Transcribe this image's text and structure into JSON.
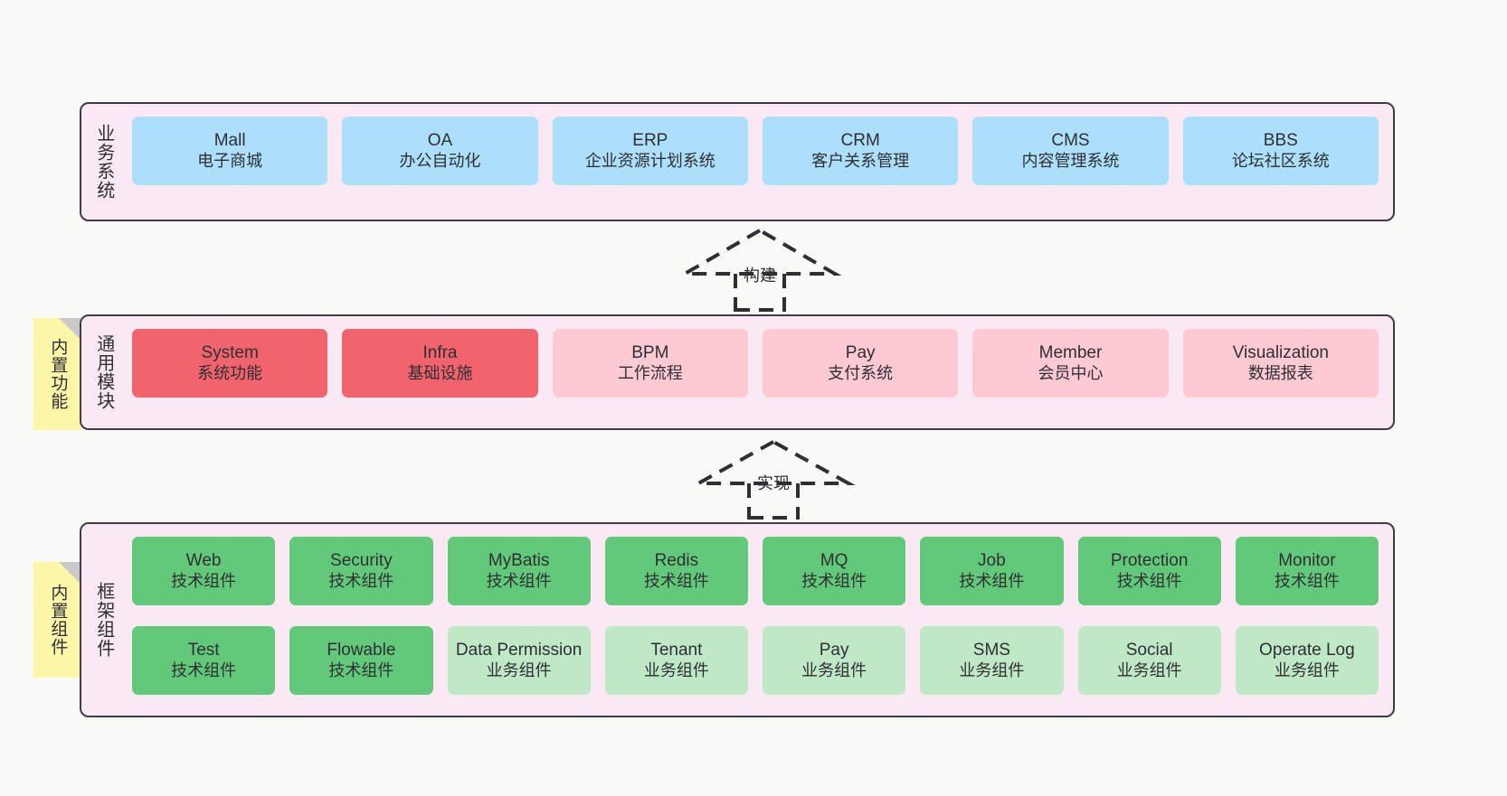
{
  "diagram": {
    "background_color": "#f9f9f7",
    "panel_color": "#f9e9f3",
    "panel_border_color": "#403a45",
    "sticky_color": "#fcf7a8"
  },
  "layers": {
    "business": {
      "caption": "业务系统",
      "node_color": "#abdffb",
      "nodes": [
        {
          "title": "Mall",
          "sub": "电子商城"
        },
        {
          "title": "OA",
          "sub": "办公自动化"
        },
        {
          "title": "ERP",
          "sub": "企业资源计划系统"
        },
        {
          "title": "CRM",
          "sub": "客户关系管理"
        },
        {
          "title": "CMS",
          "sub": "内容管理系统"
        },
        {
          "title": "BBS",
          "sub": "论坛社区系统"
        }
      ]
    },
    "common": {
      "caption": "通用模块",
      "sticky": "内置功能",
      "node_color_primary": "#f2646d",
      "node_color_secondary": "#fdc9d3",
      "nodes": [
        {
          "title": "System",
          "sub": "系统功能"
        },
        {
          "title": "Infra",
          "sub": "基础设施"
        },
        {
          "title": "BPM",
          "sub": "工作流程"
        },
        {
          "title": "Pay",
          "sub": "支付系统"
        },
        {
          "title": "Member",
          "sub": "会员中心"
        },
        {
          "title": "Visualization",
          "sub": "数据报表"
        }
      ]
    },
    "framework": {
      "caption": "框架组件",
      "sticky": "内置组件",
      "node_color_primary": "#63c97a",
      "node_color_secondary": "#bfe8c6",
      "nodes_row1": [
        {
          "title": "Web",
          "sub": "技术组件"
        },
        {
          "title": "Security",
          "sub": "技术组件"
        },
        {
          "title": "MyBatis",
          "sub": "技术组件"
        },
        {
          "title": "Redis",
          "sub": "技术组件"
        },
        {
          "title": "MQ",
          "sub": "技术组件"
        },
        {
          "title": "Job",
          "sub": "技术组件"
        },
        {
          "title": "Protection",
          "sub": "技术组件"
        },
        {
          "title": "Monitor",
          "sub": "技术组件"
        }
      ],
      "nodes_row2": [
        {
          "title": "Test",
          "sub": "技术组件"
        },
        {
          "title": "Flowable",
          "sub": "技术组件"
        },
        {
          "title": "Data Permission",
          "sub": "业务组件"
        },
        {
          "title": "Tenant",
          "sub": "业务组件"
        },
        {
          "title": "Pay",
          "sub": "业务组件"
        },
        {
          "title": "SMS",
          "sub": "业务组件"
        },
        {
          "title": "Social",
          "sub": "业务组件"
        },
        {
          "title": "Operate Log",
          "sub": "业务组件"
        }
      ]
    }
  },
  "connectors": [
    {
      "label": "构建",
      "from": "common",
      "to": "business",
      "style": "dashed-generalization"
    },
    {
      "label": "实现",
      "from": "framework",
      "to": "common",
      "style": "dashed-generalization"
    }
  ]
}
